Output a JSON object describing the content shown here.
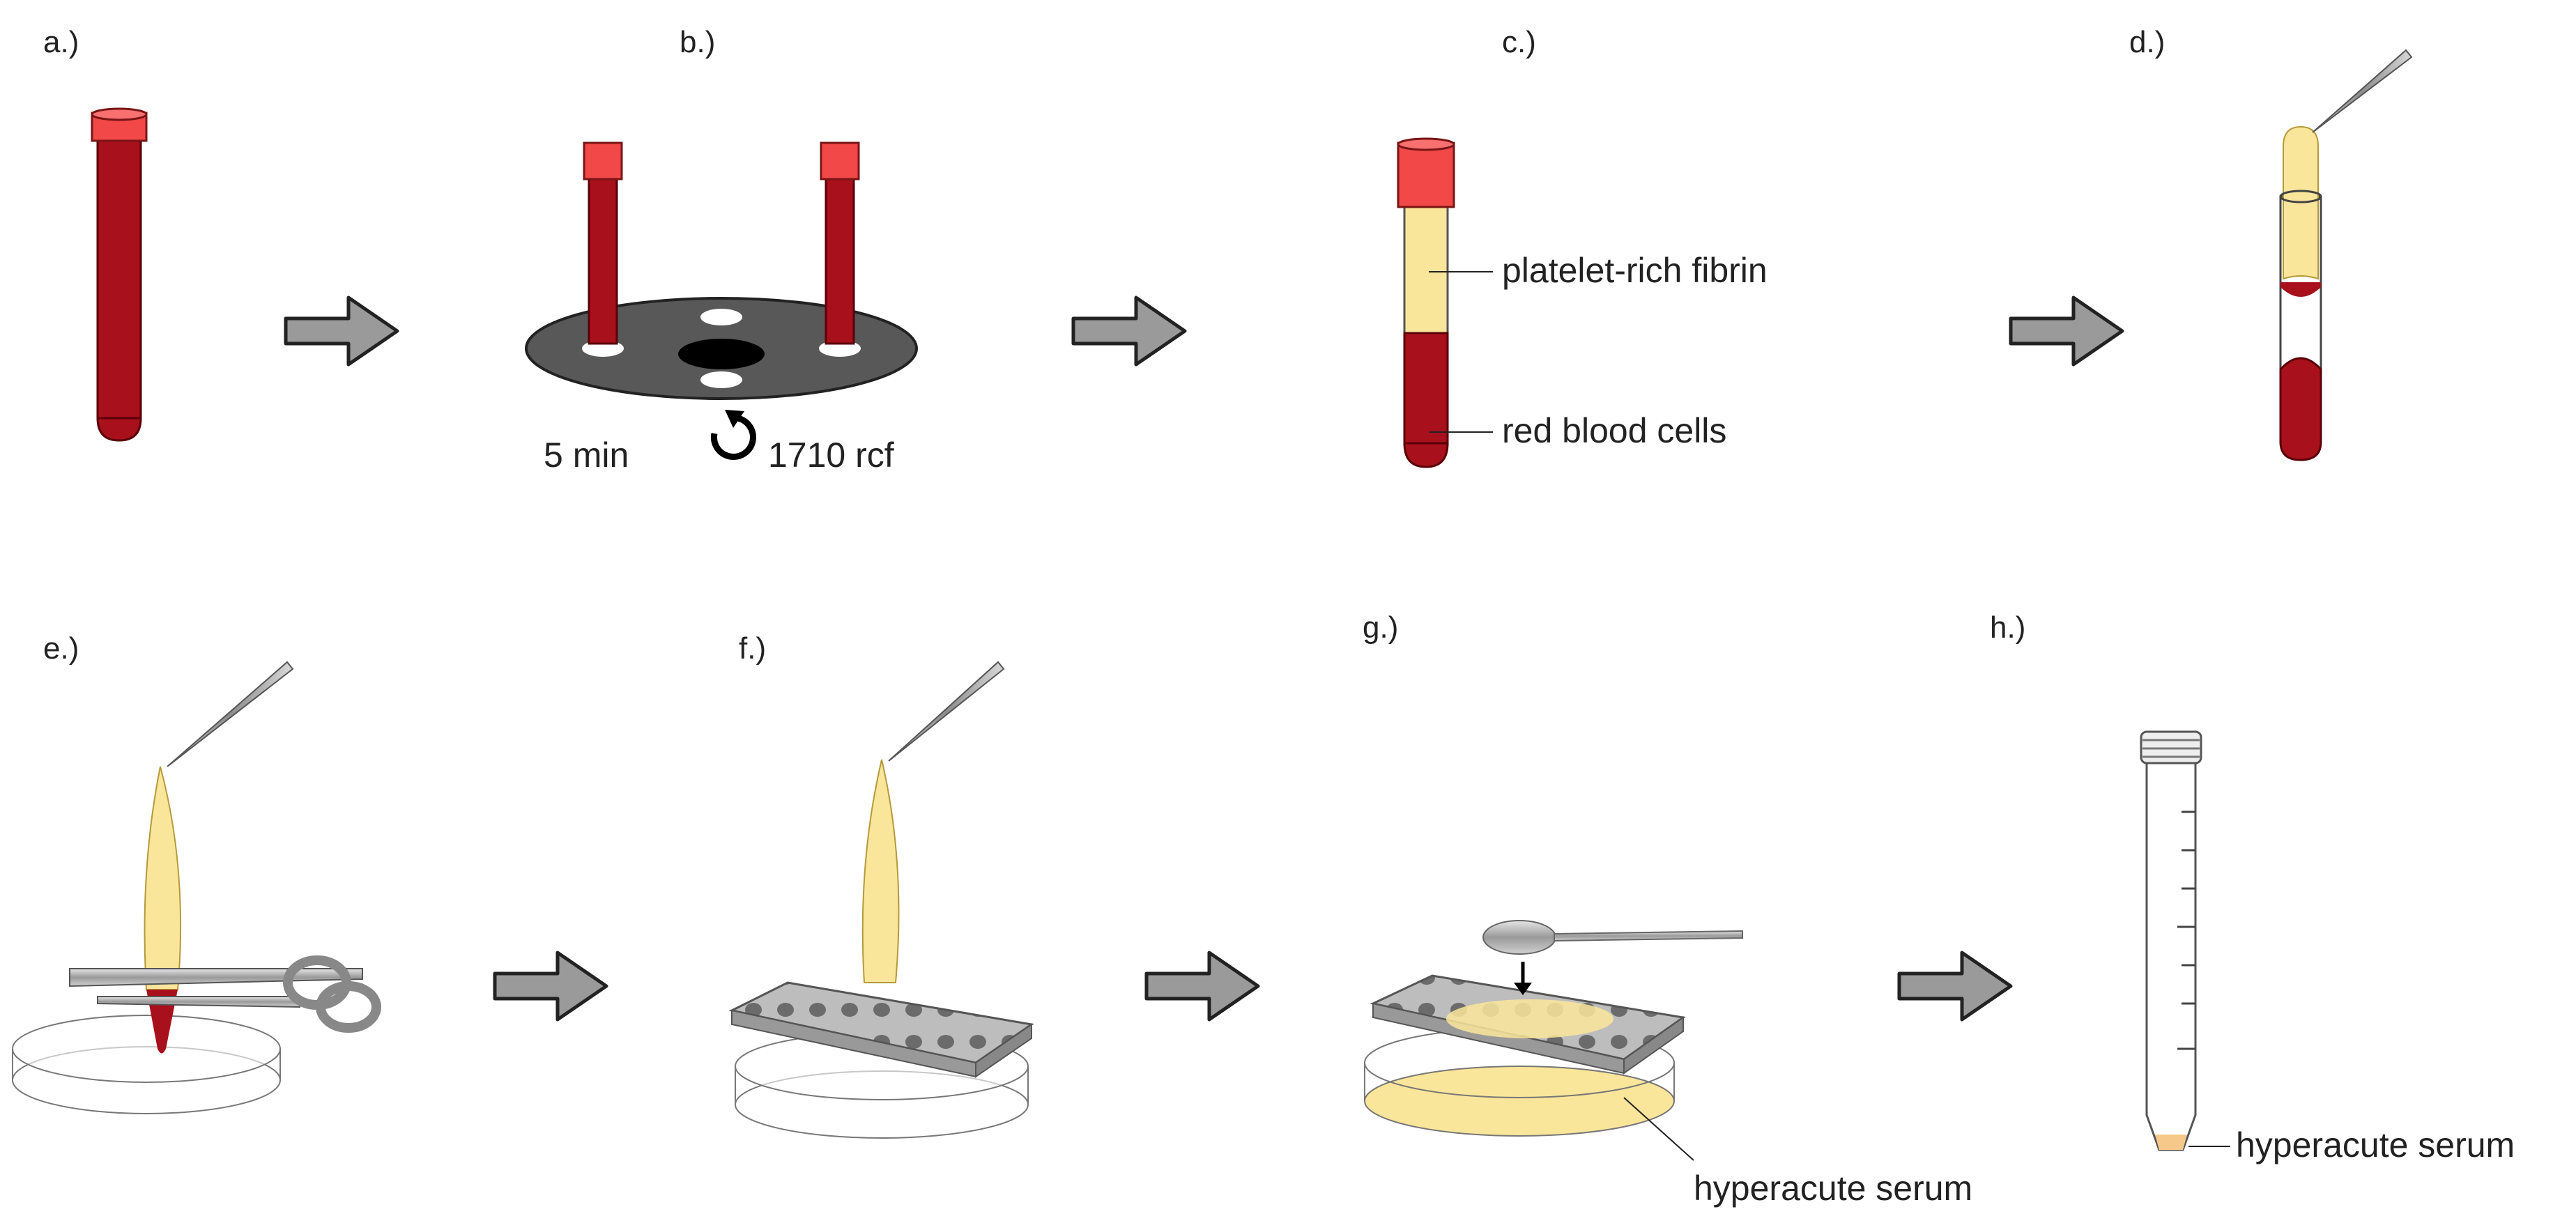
{
  "panels": {
    "a": {
      "label": "a.)"
    },
    "b": {
      "label": "b.)",
      "duration": "5 min",
      "force": "1710 rcf"
    },
    "c": {
      "label": "c.)",
      "top_layer": "platelet-rich fibrin",
      "bottom_layer": "red blood cells"
    },
    "d": {
      "label": "d.)"
    },
    "e": {
      "label": "e.)"
    },
    "f": {
      "label": "f.)"
    },
    "g": {
      "label": "g.)",
      "product": "hyperacute serum"
    },
    "h": {
      "label": "h.)",
      "product": "hyperacute serum"
    }
  },
  "colors": {
    "blood": "#a8101c",
    "cap": "#f24848",
    "fibrin": "#fae69a",
    "serum": "#f6c98a",
    "arrow_fill": "#9a9a9a",
    "centrifuge": "#585858"
  }
}
